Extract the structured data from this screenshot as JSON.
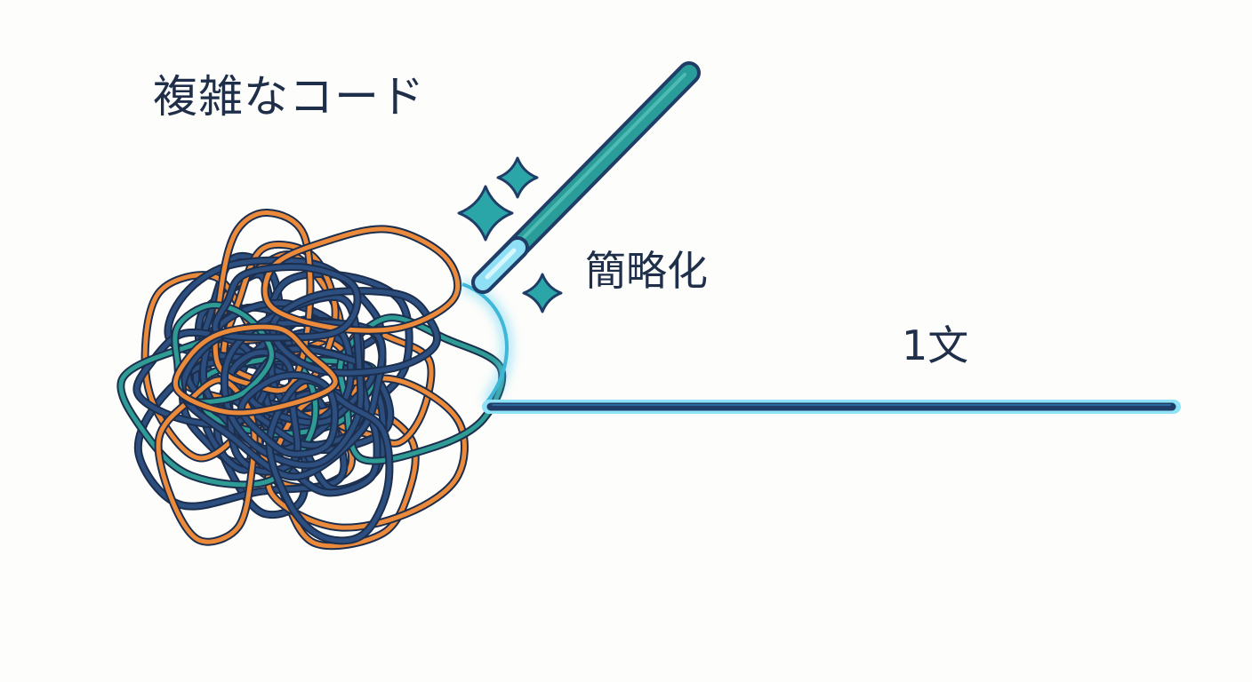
{
  "labels": {
    "complex_code": "複雑なコード",
    "simplify": "簡略化",
    "one_sentence": "1文"
  },
  "icons": {
    "tangle": "tangled-lines-icon",
    "wand": "magic-wand-icon",
    "sparkle": "sparkle-icon",
    "line": "straight-line-icon"
  },
  "colors": {
    "background": "#fdfdfb",
    "text": "#1f2f4a",
    "navy": "#2d4f7f",
    "orange": "#ec8a3c",
    "teal": "#2f9b95",
    "wand_body": "#2a9d9a",
    "wand_tip": "#8fe0f5",
    "glow": "#62d2f2",
    "sparkle": "#2aa6a8"
  }
}
